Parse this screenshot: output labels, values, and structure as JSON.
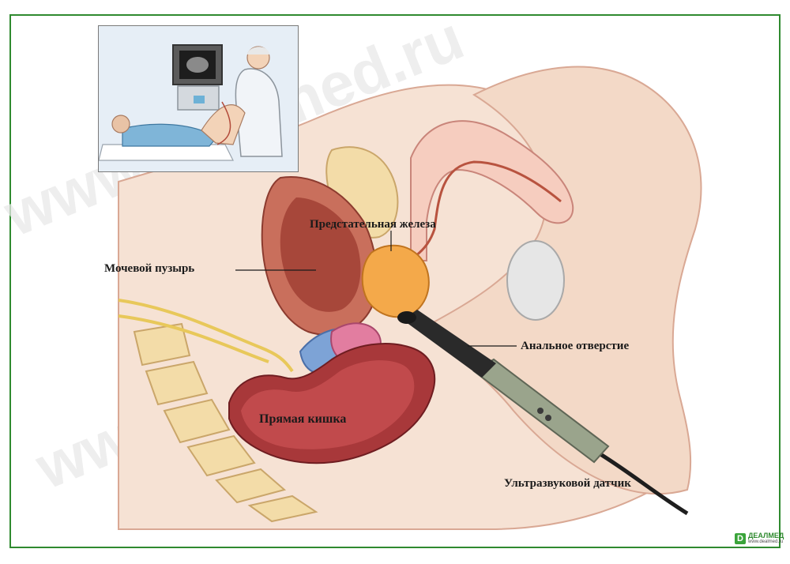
{
  "labels": {
    "prostate": "Предстательная железа",
    "bladder": "Мочевой пузырь",
    "anal_opening": "Анальное отверстие",
    "rectum": "Прямая кишка",
    "probe": "Ультразвуковой датчик"
  },
  "watermark": "www.dealmed.ru",
  "brand": {
    "name": "ДЕАЛМЕД",
    "mark": "D",
    "url": "www.dealmed.ru"
  },
  "colors": {
    "frame": "#2f8a2f",
    "skin": "#f6e2d4",
    "tissue": "#c96f5c",
    "bladder": "#b8533f",
    "prostate": "#f4a94a",
    "rectum": "#a8383a",
    "probe_body": "#9aa48c",
    "probe_tip": "#2a2a2a"
  }
}
